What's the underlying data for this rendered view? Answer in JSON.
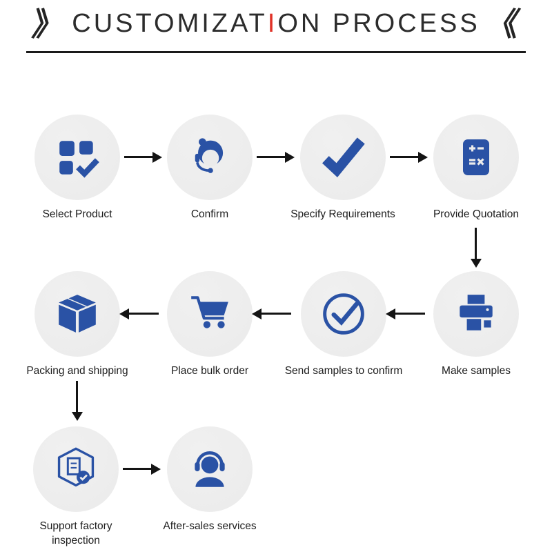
{
  "title": {
    "decor_left": "》",
    "part1": "CUSTOMIZAT",
    "accent_letter": "I",
    "part2": "ON PROCESS",
    "decor_right": "《"
  },
  "steps": [
    {
      "label": "Select Product",
      "icon": "product-grid-check-icon"
    },
    {
      "label": "Confirm",
      "icon": "support-agent-icon"
    },
    {
      "label": "Specify Requirements",
      "icon": "checkmark-icon"
    },
    {
      "label": "Provide Quotation",
      "icon": "calculator-icon"
    },
    {
      "label": "Make samples",
      "icon": "printer-icon"
    },
    {
      "label": "Send samples to confirm",
      "icon": "circle-check-icon"
    },
    {
      "label": "Place bulk order",
      "icon": "shopping-cart-icon"
    },
    {
      "label": "Packing and shipping",
      "icon": "package-box-icon"
    },
    {
      "label": "Support factory inspection",
      "icon": "factory-inspection-icon"
    },
    {
      "label": "After-sales services",
      "icon": "headset-person-icon"
    }
  ],
  "colors": {
    "icon_blue": "#2a52a5",
    "circle_bg": "#ebebeb",
    "arrow_black": "#141414",
    "accent_red": "#e03228"
  }
}
